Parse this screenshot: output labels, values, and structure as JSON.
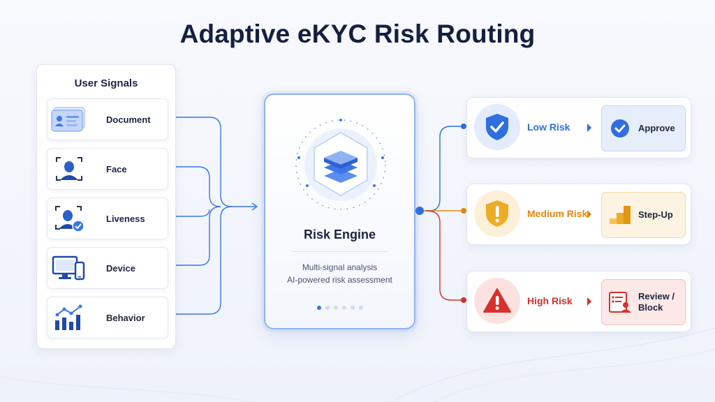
{
  "title": "Adaptive eKYC Risk Routing",
  "signals": {
    "heading": "User Signals",
    "items": [
      {
        "label": "Document",
        "icon": "id-card-icon"
      },
      {
        "label": "Face",
        "icon": "face-scan-icon"
      },
      {
        "label": "Liveness",
        "icon": "liveness-check-icon"
      },
      {
        "label": "Device",
        "icon": "devices-icon"
      },
      {
        "label": "Behavior",
        "icon": "behavior-chart-icon"
      }
    ]
  },
  "engine": {
    "title": "Risk Engine",
    "line1": "Multi-signal analysis",
    "line2": "AI-powered risk assessment",
    "icon": "layered-stack-icon",
    "active_dot": 1,
    "dot_count": 6
  },
  "outcomes": [
    {
      "risk": "Low Risk",
      "action": "Approve",
      "color": "#2f6fe0",
      "risk_icon": "shield-check-icon",
      "action_icon": "check-circle-icon"
    },
    {
      "risk": "Medium Risk",
      "action": "Step-Up",
      "color": "#e0890f",
      "risk_icon": "shield-alert-icon",
      "action_icon": "steps-icon"
    },
    {
      "risk": "High Risk",
      "action": "Review / Block",
      "color": "#d8302b",
      "risk_icon": "warning-triangle-icon",
      "action_icon": "review-block-icon"
    }
  ]
}
